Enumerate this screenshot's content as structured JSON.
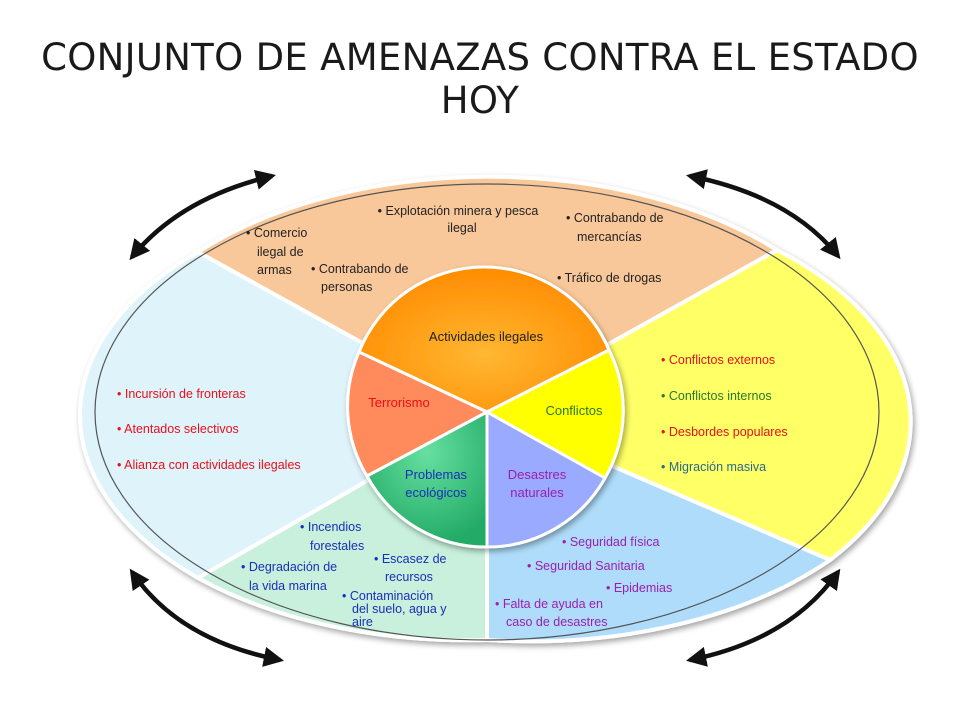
{
  "title": "CONJUNTO DE AMENAZAS CONTRA EL ESTADO HOY",
  "center": {
    "actividades": "Actividades ilegales",
    "terrorismo": "Terrorismo",
    "conflictos": "Conflictos",
    "problemas": [
      "Problemas",
      "ecológicos"
    ],
    "desastres": [
      "Desastres",
      "naturales"
    ]
  },
  "top": {
    "explotacion": [
      "• Explotación minera y pesca",
      "ilegal"
    ],
    "contrabando_merc": [
      "• Contrabando de",
      "mercancías"
    ],
    "comercio": [
      "• Comercio",
      "ilegal de",
      "armas"
    ],
    "contrabando_pers": [
      "• Contrabando de",
      "personas"
    ],
    "trafico": "• Tráfico de drogas"
  },
  "left": [
    "• Incursión de fronteras",
    "• Atentados selectivos",
    "• Alianza con actividades ilegales"
  ],
  "right": [
    "• Conflictos externos",
    "• Conflictos  internos",
    "• Desbordes populares",
    "• Migración masiva"
  ],
  "bottom_left": {
    "incendios": [
      "• Incendios",
      "forestales"
    ],
    "escasez": [
      "• Escasez de",
      "recursos"
    ],
    "degradacion": [
      "• Degradación de",
      "la vida marina"
    ],
    "contaminacion": [
      "• Contaminación",
      "del  suelo, agua y",
      "aire"
    ]
  },
  "bottom_right": {
    "seguridad_fisica": "• Seguridad física",
    "seguridad_sanitaria": "• Seguridad Sanitaria",
    "epidemias": "• Epidemias",
    "falta_ayuda": [
      "• Falta de ayuda en",
      "caso de desastres"
    ]
  },
  "colors": {
    "top_sector": "#f9c89a",
    "left_sector": "#dff3fb",
    "right_sector": "#ffff66",
    "bottom_left_sector": "#c8f0dc",
    "bottom_right_sector": "#aedcfa",
    "center_orange": "#ff9900",
    "center_salmon": "#ff8a5c",
    "center_yellow": "#ffff00",
    "center_green": "#33cc77",
    "center_blue": "#99aaff",
    "red_text": "#e8101a",
    "green_text": "#2a7a2a",
    "blue_text": "#1a2fb8",
    "purple_text": "#9b1fb0",
    "dark_text": "#222222"
  }
}
